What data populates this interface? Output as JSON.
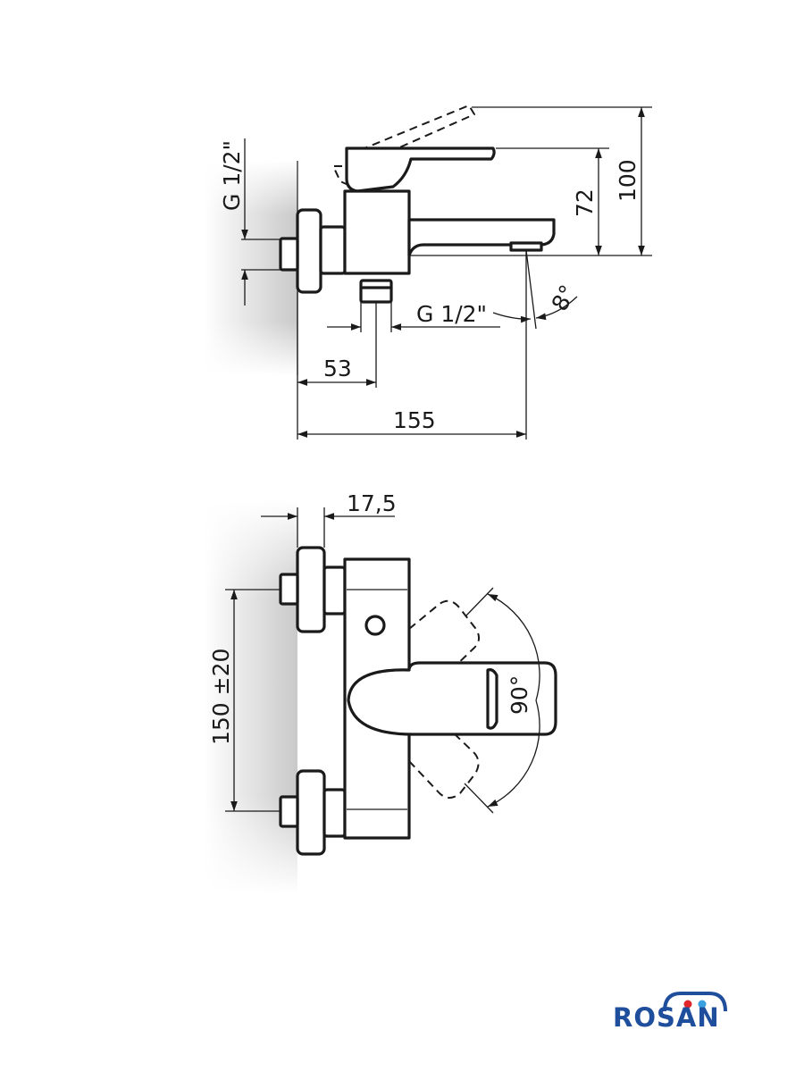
{
  "side_view": {
    "thread_left": "G 1/2\"",
    "thread_bottom": "G 1/2\"",
    "height_spout": "72",
    "height_total": "100",
    "angle": "8°",
    "offset": "53",
    "length": "155"
  },
  "top_view": {
    "wall_width": "17,5",
    "spacing": "150 ±20",
    "rotation": "90°"
  },
  "brand": {
    "name": "ROSAN",
    "color_blue": "#1f4e9c",
    "color_red": "#e0262a",
    "color_light": "#3aa0e0"
  }
}
